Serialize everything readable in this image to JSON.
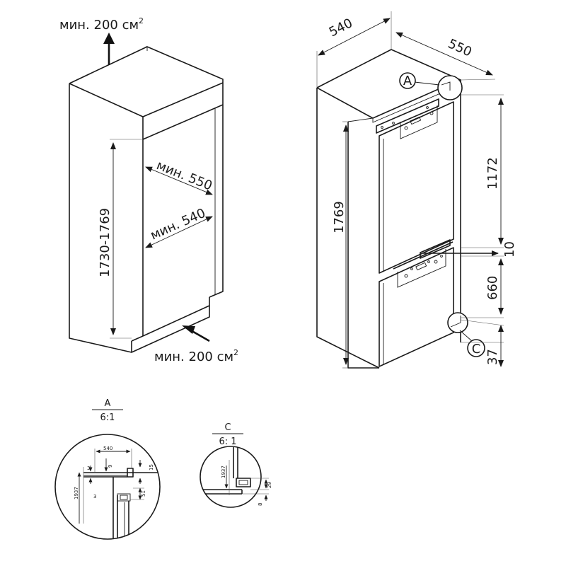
{
  "niche": {
    "vent_top": "мин. 200 см",
    "vent_top_sup": "2",
    "vent_bottom": "мин. 200 см",
    "vent_bottom_sup": "2",
    "depth_min": "мин. 550",
    "width_min": "мин. 540",
    "height_range": "1730-1769"
  },
  "appliance": {
    "width": "540",
    "depth": "550",
    "height": "1769",
    "upper_door": "1172",
    "gap": "10",
    "lower_door": "660",
    "plinth": "37",
    "callout_a": "A",
    "callout_c": "C"
  },
  "detail_a": {
    "letter": "A",
    "scale": "6:1",
    "d540": "540",
    "d3a": "3",
    "d9": "9",
    "d15": "15",
    "d1937": "1937",
    "d3b": "3",
    "d51": "51"
  },
  "detail_c": {
    "letter": "C",
    "scale": "6: 1",
    "d1937": "1937",
    "d29": "29",
    "d8": "8"
  }
}
